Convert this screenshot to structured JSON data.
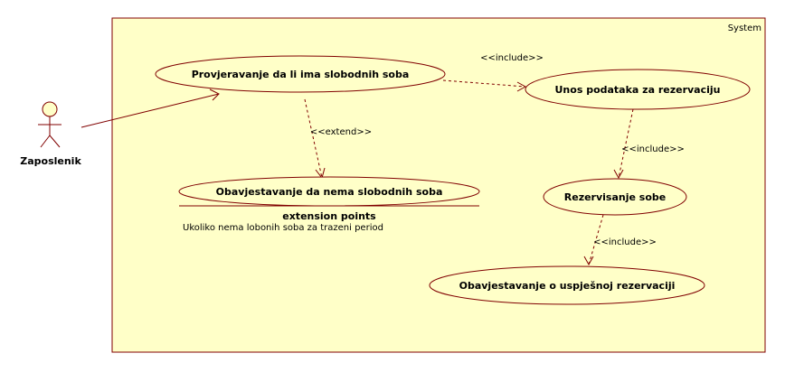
{
  "colors": {
    "fill": "#ffffc8",
    "stroke": "#800000",
    "text": "#000000"
  },
  "system": {
    "label": "System"
  },
  "actor": {
    "label": "Zaposlenik",
    "icon": "stick-figure-icon"
  },
  "use_cases": {
    "check": "Provjeravanje da li ima slobodnih soba",
    "entry": "Unos podataka za rezervaciju",
    "notify_none": "Obavjestavanje da nema slobodnih soba",
    "reserve": "Rezervisanje sobe",
    "notify_success": "Obavjestavanje o uspješnoj rezervaciji"
  },
  "extension": {
    "title": "extension points",
    "item": "Ukoliko nema lobonih soba za trazeni period"
  },
  "relations": {
    "include_entry": "<<include>>",
    "extend": "<<extend>>",
    "include_reserve": "<<include>>",
    "include_notify": "<<include>>"
  }
}
